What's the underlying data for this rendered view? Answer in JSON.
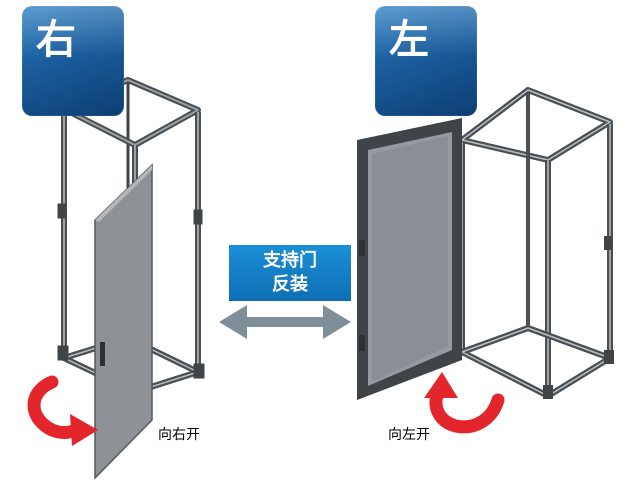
{
  "badges": {
    "right": "右",
    "left": "左"
  },
  "info": {
    "line1": "支持门",
    "line2": "反装"
  },
  "captions": {
    "right": "向右开",
    "left": "向左开"
  },
  "colors": {
    "badge_blue": "#1a5c9c",
    "info_blue": "#1385c9",
    "arrow_red": "#e2262b",
    "double_arrow": "#7e8f9a",
    "frame_dark": "#3f4448",
    "door_gray": "#8e9296"
  },
  "icons": [
    "rotate-arrow-icon",
    "double-arrow-icon"
  ]
}
